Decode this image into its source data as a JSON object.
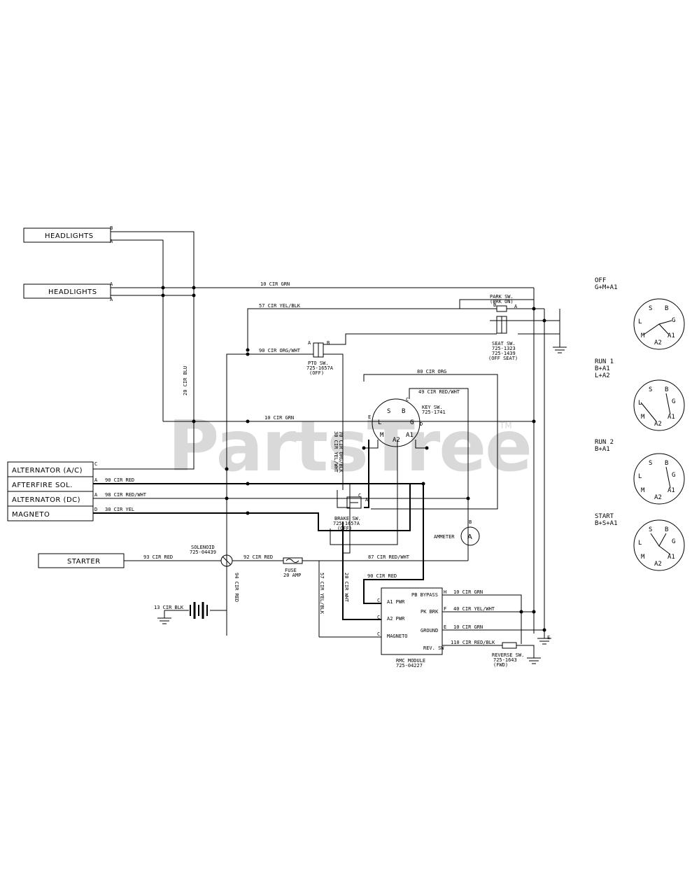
{
  "watermark": {
    "text": "PartsTree",
    "tm": "TM"
  },
  "components": {
    "headlights_1": "HEADLIGHTS",
    "headlights_2": "HEADLIGHTS",
    "alternator_ac": "ALTERNATOR (A/C)",
    "afterfire_sol": "AFTERFIRE SOL.",
    "alternator_dc": "ALTERNATOR (DC)",
    "magneto": "MAGNETO",
    "starter": "STARTER",
    "ammeter": "AMMETER",
    "ammeter_symbol": "A"
  },
  "switches": {
    "park": [
      "PARK SW.",
      "(BRK ON)"
    ],
    "seat": [
      "SEAT SW.",
      "725-1323",
      "725-1439",
      "(OFF SEAT)"
    ],
    "pto": [
      "PTO SW.",
      "725-1657A",
      "(OFF)"
    ],
    "key": [
      "KEY SW.",
      "725-1741"
    ],
    "brake": [
      "BRAKE SW.",
      "725-1657A",
      "(OFF)"
    ],
    "reverse": [
      "REVERSE SW.",
      "725-1643",
      "(FWD)"
    ],
    "solenoid": [
      "SOLENOID",
      "725-04439"
    ],
    "fuse": [
      "FUSE",
      "20 AMP"
    ]
  },
  "key_terminals": [
    "S",
    "B",
    "L",
    "G",
    "M",
    "A1",
    "A2"
  ],
  "wires": {
    "w_10_grn_top": "10 CIR GRN",
    "w_57_yel_blk_top": "57 CIR YEL/BLK",
    "w_90_org_wht": "90 CIR ORG/WHT",
    "w_80_org": "80 CIR ORG",
    "w_49_red_wht": "49 CIR RED/WHT",
    "w_10_grn_mid": "10 CIR GRN",
    "w_20_blu": "20 CIR BLU",
    "w_70_org_blk": "70 CIR ORG/BLK",
    "w_30_yel_wht": "30 CIR YEL/WHT",
    "w_90_red": "90 CIR RED",
    "w_98_red_wht": "98 CIR RED/WHT",
    "w_30_yel": "30 CIR YEL",
    "w_93_red_starter": "93 CIR RED",
    "w_92_red": "92 CIR RED",
    "w_87_red_wht": "87 CIR RED/WHT",
    "w_94_red_vert": "94 CIR RED",
    "w_57_yel_blk_vert": "57 CIR YEL/BLK",
    "w_20_wht": "20 CIR WHT",
    "w_90_red_module": "90 CIR RED",
    "w_13_blk": "13 CIR BLK",
    "w_10_grn_module": "10 CIR GRN",
    "w_40_yel_wht": "40 CIR YEL/WHT",
    "w_10_grn_ground": "10 CIR GRN",
    "w_110_red_blk": "110 CIR RED/BLK"
  },
  "rmc_module": {
    "title": [
      "RMC MODULE",
      "725-04227"
    ],
    "pins_left": [
      "A1 PWR",
      "A2 PWR",
      "MAGNETO"
    ],
    "pins_right": [
      "PB BYPASS",
      "PK BRK",
      "GROUND",
      "REV. SW"
    ]
  },
  "terminal_letters": {
    "headlights": [
      "B",
      "A",
      "A",
      "A"
    ],
    "alt_letters": [
      "C",
      "A",
      "A",
      "D"
    ],
    "key_side": [
      "E",
      "C",
      "D"
    ],
    "seat_b": "B",
    "park_a": "A",
    "pto_a": "A",
    "pto_b": "B",
    "brake_c": "C",
    "brake_a": "A",
    "module_c": [
      "C",
      "C",
      "C"
    ],
    "module_right": [
      "H",
      "F",
      "E"
    ],
    "ground_e": "E",
    "ammeter_b": "B"
  },
  "key_positions": [
    {
      "name": "OFF",
      "combo": [
        "G+M+A1"
      ],
      "labels": [
        "S",
        "B",
        "L",
        "G",
        "M",
        "A1",
        "A2"
      ]
    },
    {
      "name": "RUN 1",
      "combo": [
        "B+A1",
        "L+A2"
      ],
      "labels": [
        "S",
        "B",
        "L",
        "G",
        "M",
        "A1",
        "A2"
      ]
    },
    {
      "name": "RUN 2",
      "combo": [
        "B+A1"
      ],
      "labels": [
        "S",
        "B",
        "L",
        "G",
        "M",
        "A1",
        "A2"
      ]
    },
    {
      "name": "START",
      "combo": [
        "B+S+A1"
      ],
      "labels": [
        "S",
        "B",
        "L",
        "G",
        "M",
        "A1",
        "A2"
      ]
    }
  ]
}
